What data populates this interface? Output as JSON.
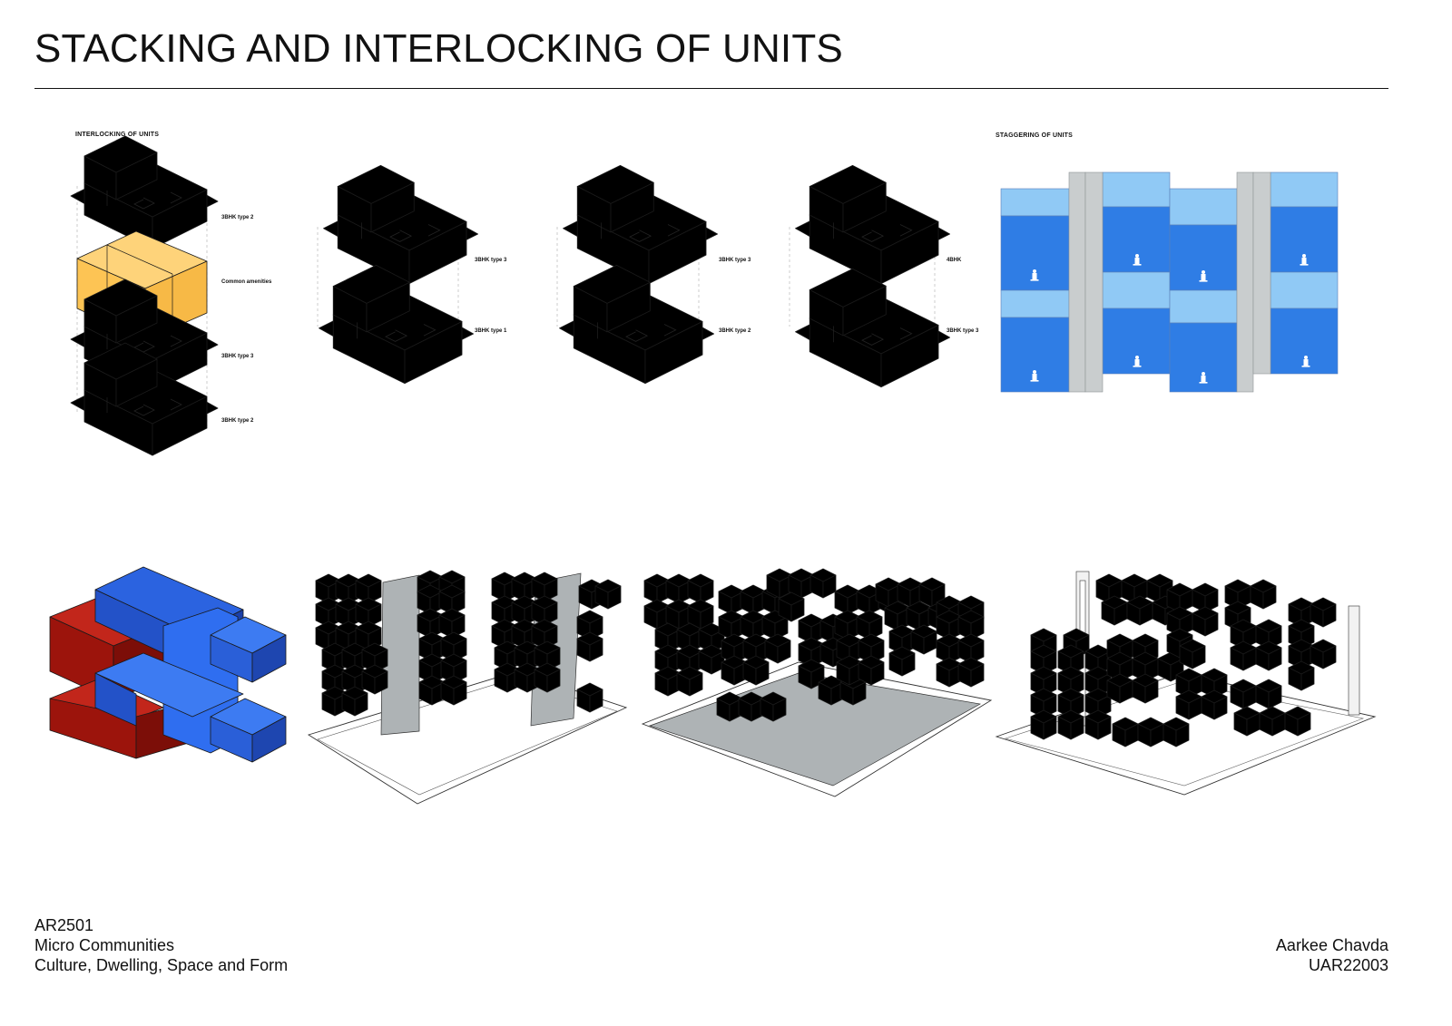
{
  "title": "STACKING AND INTERLOCKING OF UNITS",
  "sections": {
    "interlocking": "INTERLOCKING OF UNITS",
    "staggering": "STAGGERING OF UNITS"
  },
  "unit_labels": {
    "stack1": [
      "3BHK type 2",
      "Common amenities",
      "3BHK type 3",
      "3BHK type 2"
    ],
    "pair2": [
      "3BHK type 3",
      "3BHK type 1"
    ],
    "pair3": [
      "3BHK type 3",
      "3BHK type 2"
    ],
    "pair4": [
      "4BHK",
      "3BHK type 3"
    ]
  },
  "footer": {
    "course_code": "AR2501",
    "studio": "Micro Communities",
    "theme": "Culture, Dwelling, Space and Form",
    "student": "Aarkee Chavda",
    "roll": "UAR22003"
  },
  "colors": {
    "light_blue": "#8cc6f2",
    "mid_blue": "#3c86e6",
    "pale_cyan": "#c3f1f7",
    "amber": "#fdc657",
    "violet": "#8c1be6",
    "core_grey": "#cfd3d4",
    "red": "#a3160f",
    "magenta": "#f06ef5",
    "mint": "#6ff2c4",
    "orange_red": "#f04a1e",
    "purple": "#4a1a96",
    "gold": "#c9a33a"
  }
}
